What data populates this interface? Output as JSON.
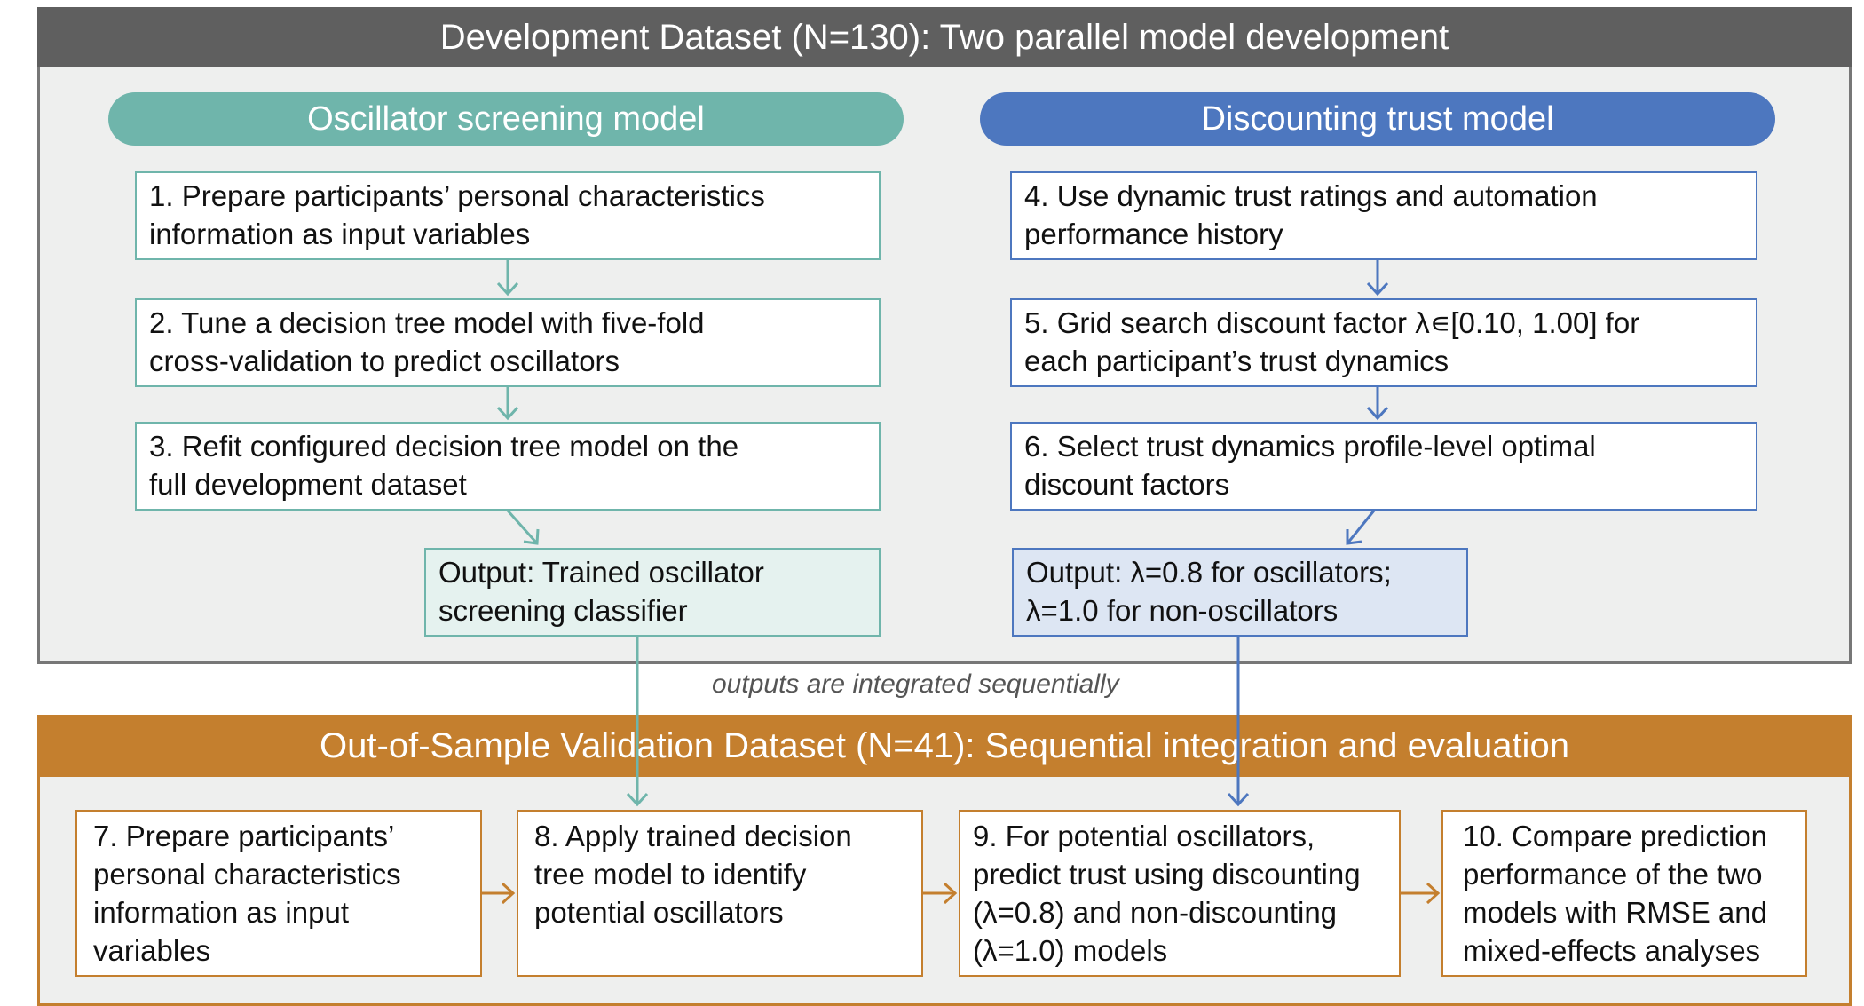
{
  "development": {
    "header": "Development Dataset (N=130): Two parallel model development",
    "oscillator_model": {
      "title": "Oscillator screening model",
      "steps": [
        [
          "1. Prepare participants’ personal characteristics",
          "information as input variables"
        ],
        [
          "2. Tune a decision tree model with five-fold",
          "cross-validation to predict oscillators"
        ],
        [
          "3. Refit configured decision tree model on the",
          "full development dataset"
        ]
      ],
      "output": [
        "Output: Trained oscillator",
        "screening classifier"
      ]
    },
    "discounting_model": {
      "title": "Discounting trust model",
      "steps": [
        [
          "4. Use dynamic trust ratings and automation",
          "performance history"
        ],
        [
          "5. Grid search discount factor λ∊[0.10, 1.00] for",
          "each participant’s trust dynamics"
        ],
        [
          "6. Select trust dynamics profile-level optimal",
          "discount factors"
        ]
      ],
      "output": [
        "Output: λ=0.8 for oscillators;",
        "λ=1.0 for non-oscillators"
      ]
    }
  },
  "integration_note": "outputs are integrated sequentially",
  "validation": {
    "header": "Out-of-Sample Validation Dataset (N=41): Sequential integration and evaluation",
    "steps": [
      [
        "7. Prepare participants’",
        "personal characteristics",
        "information as input",
        "variables"
      ],
      [
        "8. Apply trained decision",
        "tree model to identify",
        "potential oscillators"
      ],
      [
        "9. For potential oscillators,",
        "predict trust using discounting",
        "(λ=0.8) and non-discounting",
        "(λ=1.0) models"
      ],
      [
        "10. Compare prediction",
        "performance of the two",
        "models with RMSE and",
        "mixed-effects analyses"
      ]
    ]
  },
  "colors": {
    "teal": "#6fb5ab",
    "blue": "#4d77bf",
    "orange": "#c47f2e",
    "gray_header": "#5f5f5f"
  }
}
